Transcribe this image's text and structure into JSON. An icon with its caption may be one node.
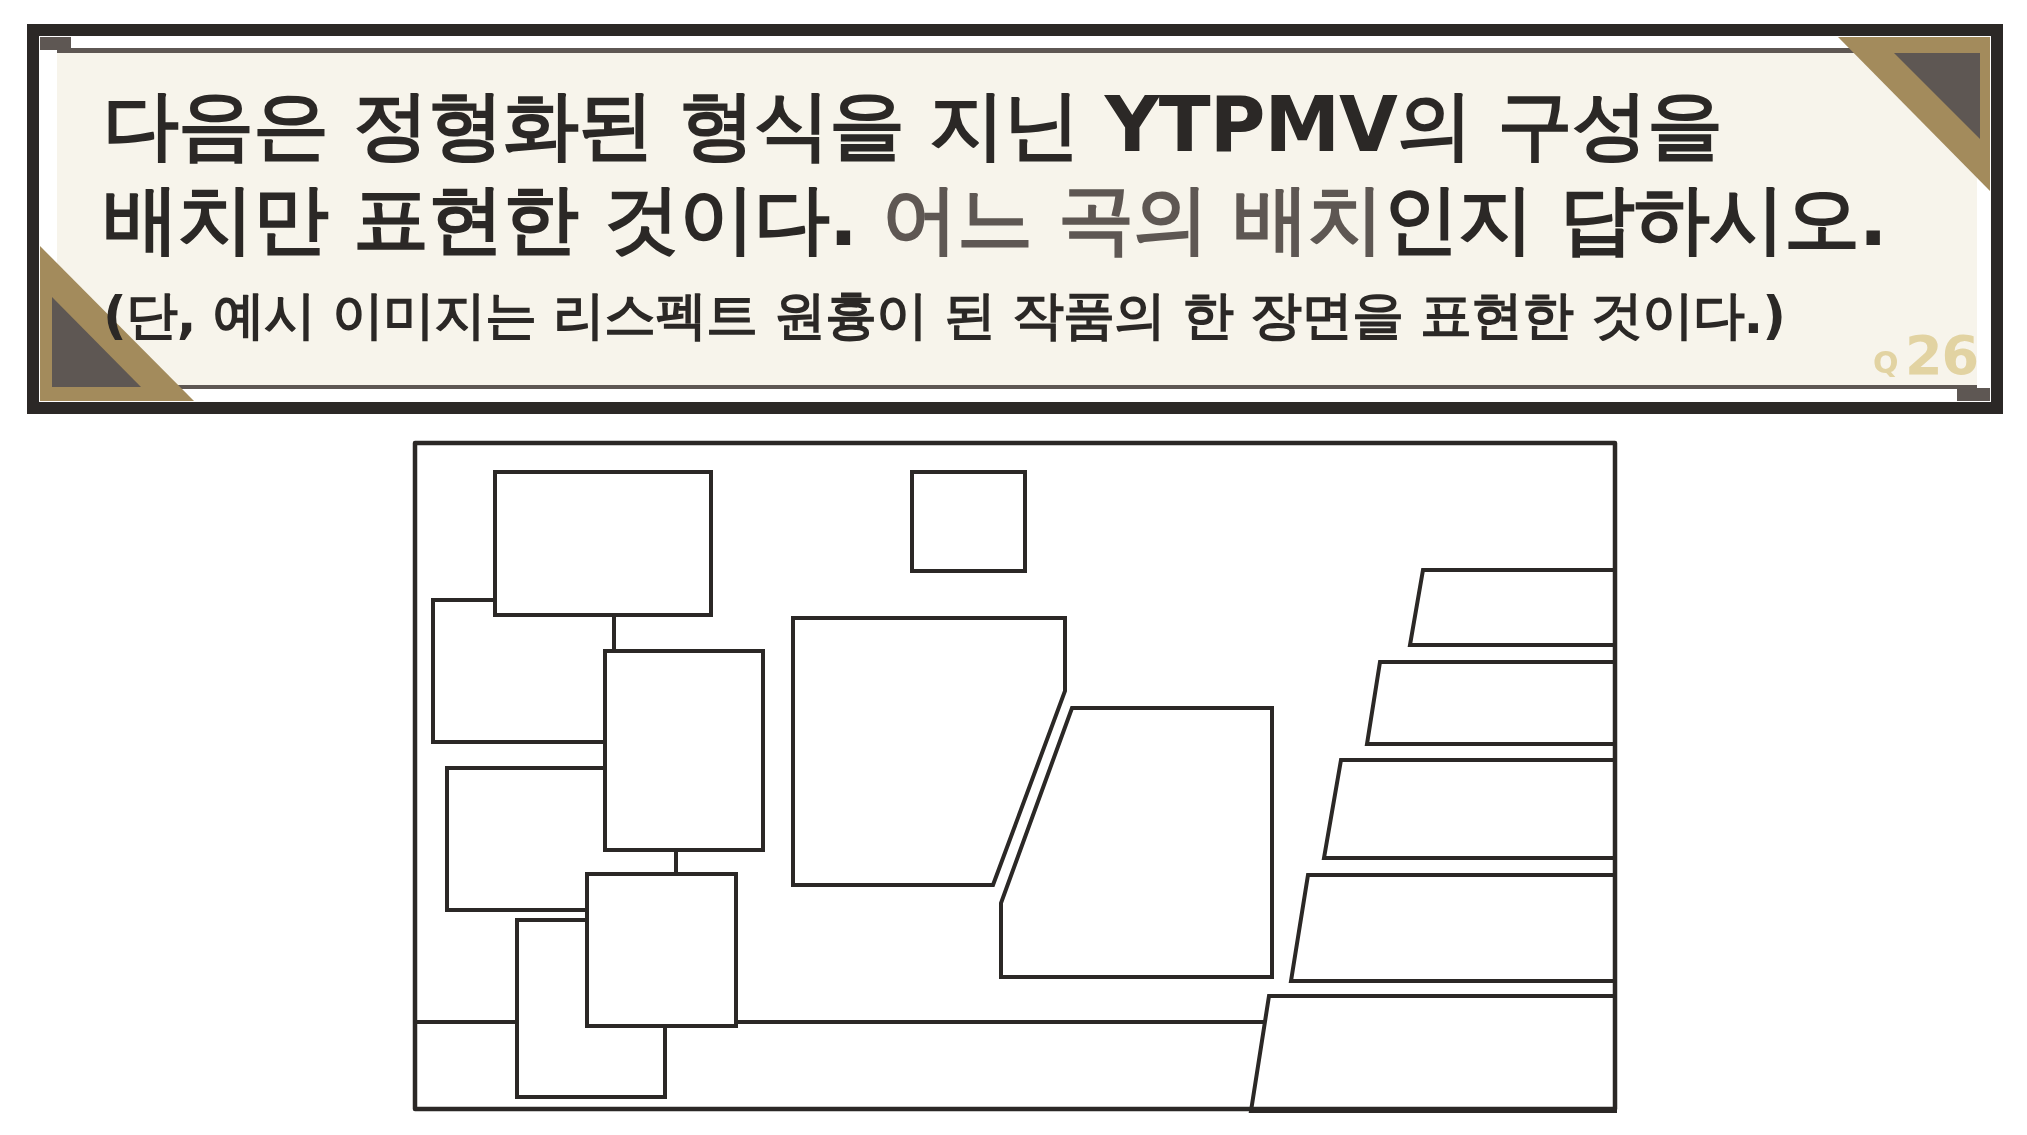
{
  "diagram": {
    "title": "다음은 정형화된 형식을 지닌 YTPMV의 구성을 배치만 표현한 것이다. **어느 곡의 배치**인지 답하시오.",
    "labels": [
      "(단, 예시 이미지는 리스펙트 원흉이 된 작품의 한 장면을 표현한 것이다.)",
      "Q",
      "26"
    ]
  }
}
